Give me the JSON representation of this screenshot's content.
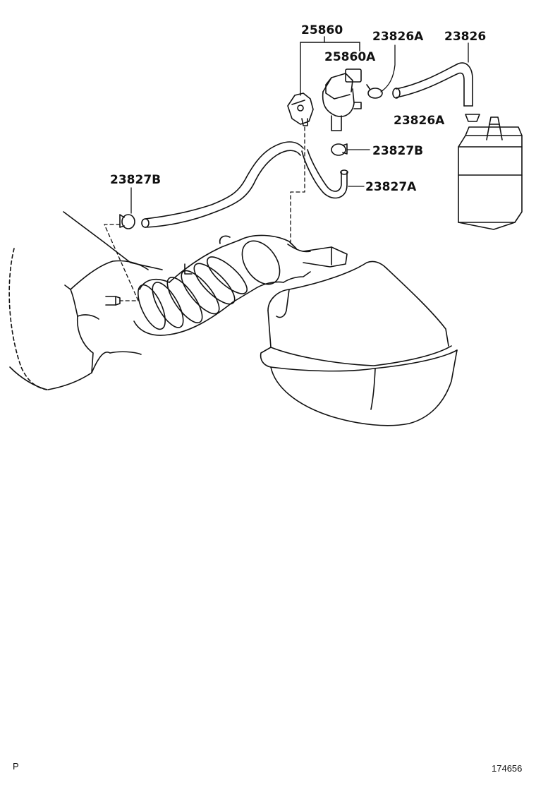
{
  "callouts": {
    "part_25860": "25860",
    "part_25860a": "25860A",
    "part_23826a_top": "23826A",
    "part_23826": "23826",
    "part_23826a_mid": "23826A",
    "part_23827b_right": "23827B",
    "part_23827b_left": "23827B",
    "part_23827a": "23827A"
  },
  "footer": {
    "page_letter": "P",
    "figure_number": "174656"
  }
}
